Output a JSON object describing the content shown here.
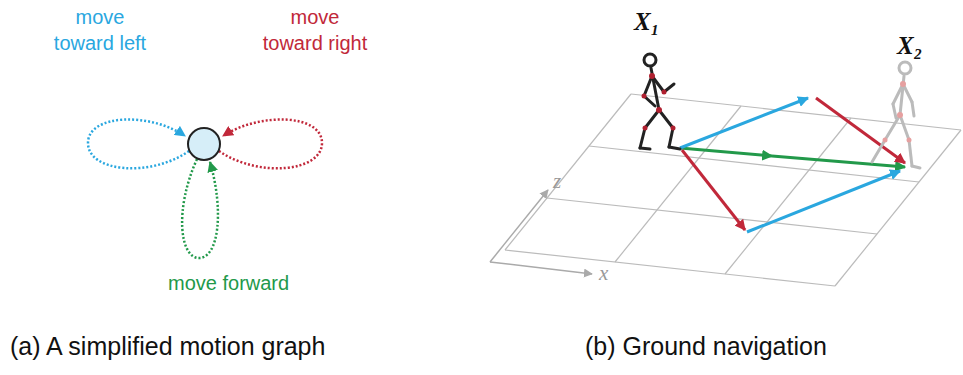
{
  "diagram": {
    "labels": [
      "move toward left",
      "move toward right",
      "move forward",
      "(a) A simplified motion graph",
      "X₁",
      "X₂",
      "z",
      "x",
      "(b) Ground navigation"
    ]
  }
}
